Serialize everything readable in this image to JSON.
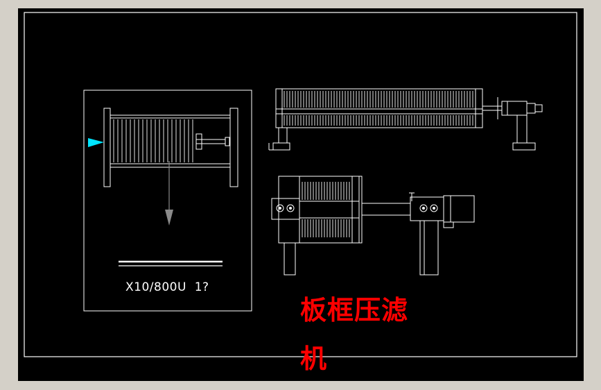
{
  "colors": {
    "background": "#000000",
    "line": "#ffffff",
    "title": "#ff0000",
    "arrow_cyan": "#00e5ff",
    "arrow_gray": "#8a8a8a",
    "outer_chrome": "#d4d0c8"
  },
  "title_block": {
    "model_label": "X10/800U  1?"
  },
  "drawing_title": {
    "line1": "板框压滤",
    "line2": "机"
  },
  "views": {
    "detail_view": "filter-press-detail",
    "side_view": "filter-press-side-elevation",
    "plan_view": "filter-press-plan-view"
  }
}
